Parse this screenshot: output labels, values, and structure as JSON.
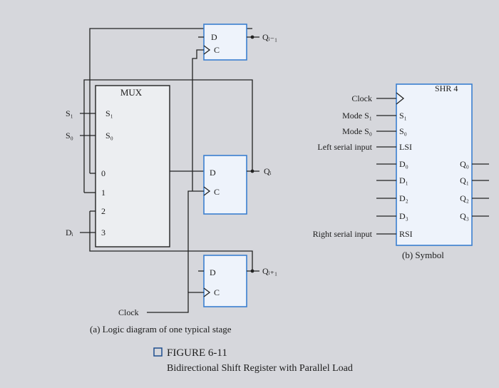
{
  "diagram": {
    "mux": {
      "title": "MUX",
      "select_inputs": [
        "S₁",
        "S₀"
      ],
      "outside_select_labels": [
        "S₁",
        "S₀"
      ],
      "data_inputs": [
        "0",
        "1",
        "2",
        "3"
      ],
      "di_label": "Dᵢ"
    },
    "flip_flops": {
      "top": {
        "d": "D",
        "c": "C",
        "q": "Qᵢ₋₁"
      },
      "middle": {
        "d": "D",
        "c": "C",
        "q": "Qᵢ"
      },
      "bottom": {
        "d": "D",
        "c": "C",
        "q": "Qᵢ₊₁"
      }
    },
    "clock_label": "Clock",
    "caption_a": "(a) Logic diagram of one typical stage",
    "symbol": {
      "title": "SHR 4",
      "left_signals": [
        "Clock",
        "Mode S₁",
        "Mode S₀",
        "Left serial input",
        "Right serial input"
      ],
      "pins_left": [
        "S₁",
        "S₀",
        "LSI",
        "D₀",
        "D₁",
        "D₂",
        "D₃",
        "RSI"
      ],
      "pins_right": [
        "Q₀",
        "Q₁",
        "Q₂",
        "Q₃"
      ],
      "caption": "(b) Symbol"
    },
    "figure": {
      "number": "FIGURE 6-11",
      "title": "Bidirectional Shift Register with Parallel Load"
    }
  }
}
